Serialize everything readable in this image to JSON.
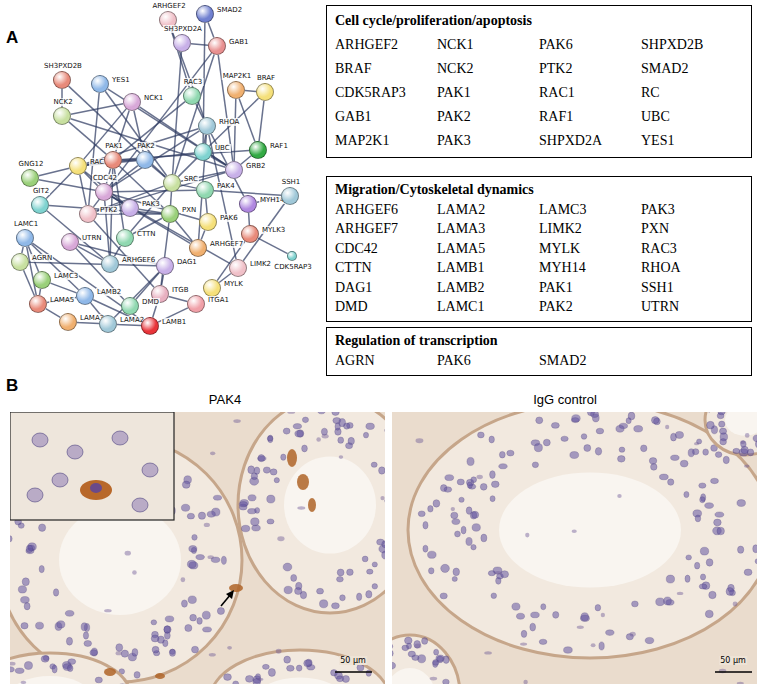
{
  "diagram": {
    "nodes": [
      {
        "text": [
          "SMAD2"
        ]
      },
      {
        "text": [
          "ARHGEF2"
        ]
      },
      {
        "text": [
          "SH3PXD2A"
        ]
      },
      {
        "text": [
          "GAB1"
        ]
      },
      {
        "text": [
          "BRAF"
        ]
      },
      {
        "text": [
          "SH3PXD2B"
        ]
      },
      {
        "text": [
          "YES1"
        ]
      },
      {
        "text": [
          "NCK2"
        ]
      },
      {
        "text": [
          "NCK1"
        ]
      },
      {
        "text": [
          "RAC3"
        ]
      },
      {
        "text": [
          "MAP2K1"
        ]
      },
      {
        "text": [
          "RHOA"
        ]
      },
      {
        "text": [
          "UBC"
        ]
      },
      {
        "text": [
          "RAF1"
        ]
      },
      {
        "text": [
          "GRB2"
        ]
      },
      {
        "text": [
          "GNG12"
        ]
      },
      {
        "text": [
          "RAC1"
        ]
      },
      {
        "text": [
          "PAK1"
        ]
      },
      {
        "text": [
          "PAK2"
        ]
      },
      {
        "text": [
          "SRC"
        ]
      },
      {
        "text": [
          "CDC42"
        ]
      },
      {
        "text": [
          "PAK4"
        ]
      },
      {
        "text": [
          "MYH14"
        ]
      },
      {
        "text": [
          "SSH1"
        ]
      },
      {
        "text": [
          "GIT2"
        ]
      },
      {
        "text": [
          "PTK2"
        ]
      },
      {
        "text": [
          "PAK3"
        ]
      },
      {
        "text": [
          "PXN"
        ]
      },
      {
        "text": [
          "PAK6"
        ]
      },
      {
        "text": [
          "MYLK3"
        ]
      },
      {
        "text": [
          "LAMC1"
        ]
      },
      {
        "text": [
          "AGRN"
        ]
      },
      {
        "text": [
          "UTRN"
        ]
      },
      {
        "text": [
          "CTTN"
        ]
      },
      {
        "text": [
          "ARHGEF7"
        ]
      },
      {
        "text": [
          "ARHGEF6"
        ]
      },
      {
        "text": [
          "CDK5RAP3"
        ]
      },
      {
        "text": [
          "LIMK2"
        ]
      },
      {
        "text": [
          "DAG1"
        ]
      },
      {
        "text": [
          "LAMC3"
        ]
      },
      {
        "text": [
          "MYLK"
        ]
      },
      {
        "text": [
          "LAMA5"
        ]
      },
      {
        "text": [
          "LAMB2"
        ]
      },
      {
        "text": [
          "ITGB"
        ]
      },
      {
        "text": [
          "ITGA1"
        ]
      },
      {
        "text": [
          "DMD"
        ]
      },
      {
        "text": [
          "LAMA3"
        ]
      },
      {
        "text": [
          "LAMA2"
        ]
      },
      {
        "text": [
          "LAMB1"
        ]
      },
      {
        "text": [
          "Cell cycle/proliferation/apoptosis",
          "ARHGEF2",
          "NCK1",
          "PAK6",
          "SHPXD2B",
          "BRAF",
          "NCK2",
          "PTK2",
          "SMAD2",
          "CDK5RAP3",
          "PAK1",
          "RAC1",
          "RC",
          "GAB1",
          "PAK2",
          "RAF1",
          "UBC",
          "MAP2K1",
          "PAK3",
          "SHPXD2A",
          "YES1"
        ]
      },
      {
        "text": [
          "Migration/Cytoskeletal dynamics",
          "ARHGEF6",
          "LAMA2",
          "LAMC3",
          "PAK3",
          "ARHGEF7",
          "LAMA3",
          "LIMK2",
          "PXN",
          "CDC42",
          "LAMA5",
          "MYLK",
          "RAC3",
          "CTTN",
          "LAMB1",
          "MYH14",
          "RHOA",
          "DAG1",
          "LAMB2",
          "PAK1",
          "SSH1",
          "DMD",
          "LAMC1",
          "PAK2",
          "UTRN"
        ]
      },
      {
        "text": [
          "Regulation of transcription",
          "AGRN",
          "PAK6",
          "SMAD2"
        ]
      }
    ],
    "edges": [
      {
        "from": 0,
        "to": 3,
        "arrow": "none"
      },
      {
        "from": 0,
        "to": 12,
        "arrow": "none"
      },
      {
        "from": 1,
        "to": 11,
        "arrow": "none"
      },
      {
        "from": 1,
        "to": 9,
        "arrow": "none"
      },
      {
        "from": 2,
        "to": 19,
        "arrow": "none"
      },
      {
        "from": 2,
        "to": 3,
        "arrow": "none"
      },
      {
        "from": 3,
        "to": 14,
        "arrow": "none"
      },
      {
        "from": 3,
        "to": 19,
        "arrow": "none"
      },
      {
        "from": 3,
        "to": 25,
        "arrow": "none"
      },
      {
        "from": 4,
        "to": 10,
        "arrow": "none"
      },
      {
        "from": 4,
        "to": 13,
        "arrow": "none"
      },
      {
        "from": 4,
        "to": 12,
        "arrow": "none"
      },
      {
        "from": 5,
        "to": 19,
        "arrow": "none"
      },
      {
        "from": 5,
        "to": 7,
        "arrow": "none"
      },
      {
        "from": 6,
        "to": 19,
        "arrow": "none"
      },
      {
        "from": 6,
        "to": 14,
        "arrow": "none"
      },
      {
        "from": 6,
        "to": 25,
        "arrow": "none"
      },
      {
        "from": 7,
        "to": 14,
        "arrow": "none"
      },
      {
        "from": 7,
        "to": 17,
        "arrow": "none"
      },
      {
        "from": 7,
        "to": 8,
        "arrow": "none"
      },
      {
        "from": 8,
        "to": 14,
        "arrow": "none"
      },
      {
        "from": 8,
        "to": 17,
        "arrow": "none"
      },
      {
        "from": 8,
        "to": 18,
        "arrow": "none"
      },
      {
        "from": 8,
        "to": 16,
        "arrow": "none"
      },
      {
        "from": 9,
        "to": 17,
        "arrow": "none"
      },
      {
        "from": 9,
        "to": 11,
        "arrow": "none"
      },
      {
        "from": 10,
        "to": 13,
        "arrow": "none"
      },
      {
        "from": 10,
        "to": 14,
        "arrow": "none"
      },
      {
        "from": 11,
        "to": 16,
        "arrow": "none"
      },
      {
        "from": 11,
        "to": 20,
        "arrow": "none"
      },
      {
        "from": 11,
        "to": 12,
        "arrow": "none"
      },
      {
        "from": 11,
        "to": 34,
        "arrow": "none"
      },
      {
        "from": 12,
        "to": 14,
        "arrow": "none"
      },
      {
        "from": 12,
        "to": 19,
        "arrow": "none"
      },
      {
        "from": 12,
        "to": 16,
        "arrow": "none"
      },
      {
        "from": 13,
        "to": 14,
        "arrow": "none"
      },
      {
        "from": 13,
        "to": 17,
        "arrow": "none"
      },
      {
        "from": 14,
        "to": 19,
        "arrow": "none"
      },
      {
        "from": 14,
        "to": 25,
        "arrow": "none"
      },
      {
        "from": 15,
        "to": 16,
        "arrow": "none"
      },
      {
        "from": 15,
        "to": 20,
        "arrow": "none"
      },
      {
        "from": 16,
        "to": 17,
        "arrow": "none"
      },
      {
        "from": 16,
        "to": 18,
        "arrow": "none"
      },
      {
        "from": 16,
        "to": 20,
        "arrow": "none"
      },
      {
        "from": 16,
        "to": 24,
        "arrow": "none"
      },
      {
        "from": 16,
        "to": 25,
        "arrow": "none"
      },
      {
        "from": 16,
        "to": 26,
        "arrow": "none"
      },
      {
        "from": 17,
        "to": 18,
        "arrow": "none"
      },
      {
        "from": 17,
        "to": 20,
        "arrow": "none"
      },
      {
        "from": 17,
        "to": 27,
        "arrow": "none"
      },
      {
        "from": 17,
        "to": 33,
        "arrow": "none"
      },
      {
        "from": 17,
        "to": 35,
        "arrow": "none"
      },
      {
        "from": 18,
        "to": 20,
        "arrow": "none"
      },
      {
        "from": 18,
        "to": 19,
        "arrow": "none"
      },
      {
        "from": 19,
        "to": 25,
        "arrow": "none"
      },
      {
        "from": 19,
        "to": 27,
        "arrow": "none"
      },
      {
        "from": 19,
        "to": 33,
        "arrow": "none"
      },
      {
        "from": 20,
        "to": 21,
        "arrow": "none"
      },
      {
        "from": 20,
        "to": 26,
        "arrow": "none"
      },
      {
        "from": 20,
        "to": 35,
        "arrow": "none"
      },
      {
        "from": 20,
        "to": 34,
        "arrow": "none"
      },
      {
        "from": 21,
        "to": 28,
        "arrow": "none"
      },
      {
        "from": 19,
        "to": 21,
        "arrow": "none"
      },
      {
        "from": 22,
        "to": 29,
        "arrow": "none"
      },
      {
        "from": 11,
        "to": 22,
        "arrow": "none"
      },
      {
        "from": 23,
        "to": 37,
        "arrow": "none"
      },
      {
        "from": 21,
        "to": 23,
        "arrow": "none"
      },
      {
        "from": 22,
        "to": 23,
        "arrow": "none"
      },
      {
        "from": 29,
        "to": 36,
        "arrow": "none"
      },
      {
        "from": 24,
        "to": 27,
        "arrow": "none"
      },
      {
        "from": 24,
        "to": 35,
        "arrow": "none"
      },
      {
        "from": 25,
        "to": 27,
        "arrow": "none"
      },
      {
        "from": 26,
        "to": 27,
        "arrow": "none"
      },
      {
        "from": 27,
        "to": 33,
        "arrow": "none"
      },
      {
        "from": 27,
        "to": 34,
        "arrow": "none"
      },
      {
        "from": 20,
        "to": 28,
        "arrow": "none"
      },
      {
        "from": 29,
        "to": 40,
        "arrow": "none"
      },
      {
        "from": 20,
        "to": 37,
        "arrow": "none"
      },
      {
        "from": 11,
        "to": 37,
        "arrow": "none"
      },
      {
        "from": 30,
        "to": 41,
        "arrow": "none"
      },
      {
        "from": 30,
        "to": 42,
        "arrow": "none"
      },
      {
        "from": 30,
        "to": 39,
        "arrow": "none"
      },
      {
        "from": 30,
        "to": 31,
        "arrow": "none"
      },
      {
        "from": 30,
        "to": 48,
        "arrow": "none"
      },
      {
        "from": 31,
        "to": 38,
        "arrow": "none"
      },
      {
        "from": 31,
        "to": 41,
        "arrow": "none"
      },
      {
        "from": 32,
        "to": 38,
        "arrow": "none"
      },
      {
        "from": 32,
        "to": 45,
        "arrow": "none"
      },
      {
        "from": 38,
        "to": 45,
        "arrow": "none"
      },
      {
        "from": 38,
        "to": 47,
        "arrow": "none"
      },
      {
        "from": 39,
        "to": 41,
        "arrow": "none"
      },
      {
        "from": 39,
        "to": 42,
        "arrow": "none"
      },
      {
        "from": 41,
        "to": 42,
        "arrow": "none"
      },
      {
        "from": 41,
        "to": 46,
        "arrow": "none"
      },
      {
        "from": 42,
        "to": 48,
        "arrow": "none"
      },
      {
        "from": 42,
        "to": 47,
        "arrow": "none"
      },
      {
        "from": 46,
        "to": 47,
        "arrow": "none"
      },
      {
        "from": 47,
        "to": 48,
        "arrow": "none"
      },
      {
        "from": 43,
        "to": 44,
        "arrow": "none"
      },
      {
        "from": 43,
        "to": 48,
        "arrow": "none"
      },
      {
        "from": 25,
        "to": 43,
        "arrow": "none"
      },
      {
        "from": 27,
        "to": 43,
        "arrow": "none"
      },
      {
        "from": 44,
        "to": 48,
        "arrow": "none"
      },
      {
        "from": 38,
        "to": 43,
        "arrow": "none"
      },
      {
        "from": 32,
        "to": 35,
        "arrow": "none"
      },
      {
        "from": 40,
        "to": 37,
        "arrow": "none"
      },
      {
        "from": 33,
        "to": 35,
        "arrow": "none"
      },
      {
        "from": 28,
        "to": 34,
        "arrow": "none"
      }
    ],
    "labels": [
      "A",
      "B",
      "PAK4",
      "IgG control",
      "50 µm",
      "50 µm"
    ]
  }
}
